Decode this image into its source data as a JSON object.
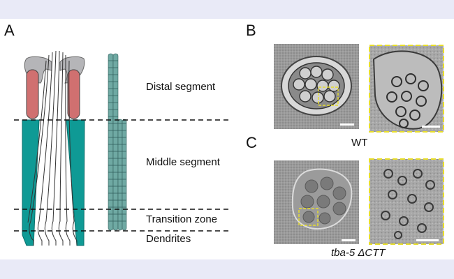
{
  "panels": {
    "a": "A",
    "b": "B",
    "c": "C"
  },
  "segments": {
    "distal": "Distal segment",
    "middle": "Middle segment",
    "transition": "Transition zone",
    "dendrites": "Dendrites"
  },
  "em": {
    "wt_label": "WT",
    "mutant_label": "tba-5 ΔCTT"
  },
  "colors": {
    "sheath_cell": "#0f9a95",
    "socket_cap": "#b5b5b8",
    "socket_red": "#d07070",
    "microtubule": "#6fa9a3",
    "highlight": "#e8de2a",
    "background": "#e9eaf7"
  }
}
